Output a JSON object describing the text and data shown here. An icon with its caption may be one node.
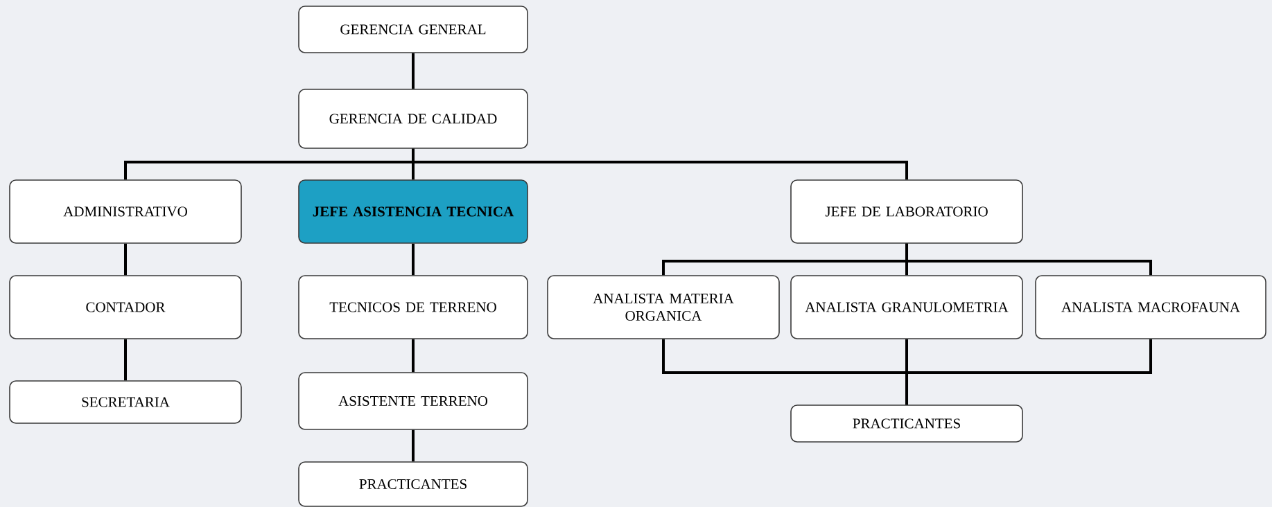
{
  "diagram": {
    "nodes": [
      {
        "text": [
          "GERENCIA GENERAL"
        ]
      },
      {
        "text": [
          "GERENCIA DE CALIDAD"
        ]
      },
      {
        "text": [
          "ADMINISTRATIVO"
        ]
      },
      {
        "text": [
          "JEFE ASISTENCIA TECNICA"
        ]
      },
      {
        "text": [
          "JEFE DE LABORATORIO"
        ]
      },
      {
        "text": [
          "CONTADOR"
        ]
      },
      {
        "text": [
          "TECNICOS DE TERRENO"
        ]
      },
      {
        "text": [
          "ANALISTA MATERIA ORGANICA"
        ]
      },
      {
        "text": [
          "ANALISTA GRANULOMETRIA"
        ]
      },
      {
        "text": [
          "ANALISTA MACROFAUNA"
        ]
      },
      {
        "text": [
          "SECRETARIA"
        ]
      },
      {
        "text": [
          "ASISTENTE TERRENO"
        ]
      },
      {
        "text": [
          "PRACTICANTES"
        ]
      },
      {
        "text": [
          "PRACTICANTES"
        ]
      }
    ],
    "edges": [
      {
        "from": 0,
        "to": 1,
        "arrow": "none"
      },
      {
        "from": 1,
        "to": 2,
        "arrow": "none"
      },
      {
        "from": 1,
        "to": 3,
        "arrow": "none"
      },
      {
        "from": 1,
        "to": 4,
        "arrow": "none"
      },
      {
        "from": 2,
        "to": 5,
        "arrow": "none"
      },
      {
        "from": 5,
        "to": 10,
        "arrow": "none"
      },
      {
        "from": 3,
        "to": 6,
        "arrow": "none"
      },
      {
        "from": 6,
        "to": 11,
        "arrow": "none"
      },
      {
        "from": 11,
        "to": 12,
        "arrow": "none"
      },
      {
        "from": 4,
        "to": 7,
        "arrow": "none"
      },
      {
        "from": 4,
        "to": 8,
        "arrow": "none"
      },
      {
        "from": 4,
        "to": 9,
        "arrow": "none"
      },
      {
        "from": 7,
        "to": 13,
        "arrow": "none"
      },
      {
        "from": 8,
        "to": 13,
        "arrow": "none"
      },
      {
        "from": 9,
        "to": 13,
        "arrow": "none"
      }
    ]
  }
}
